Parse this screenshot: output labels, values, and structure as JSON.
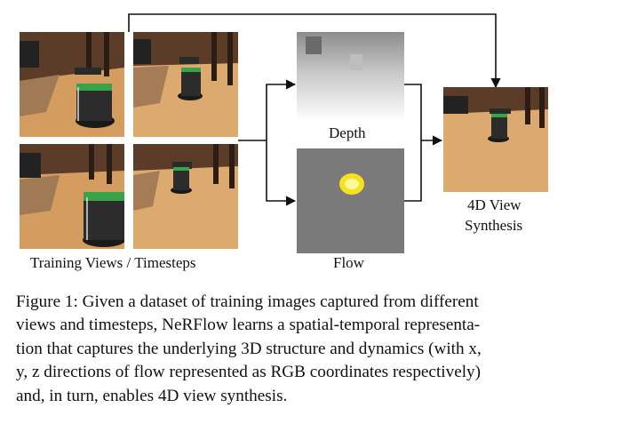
{
  "figure": {
    "labels": {
      "training": "Training Views / Timesteps",
      "depth": "Depth",
      "flow": "Flow",
      "synthesis_line1": "4D View",
      "synthesis_line2": "Synthesis"
    },
    "images": [
      {
        "role": "training-view",
        "icon": "robot-scene"
      },
      {
        "role": "training-view",
        "icon": "robot-scene"
      },
      {
        "role": "training-view",
        "icon": "robot-scene"
      },
      {
        "role": "training-view",
        "icon": "robot-scene"
      },
      {
        "role": "depth-map",
        "icon": "depth-map"
      },
      {
        "role": "flow-map",
        "icon": "flow-map"
      },
      {
        "role": "synthesized-view",
        "icon": "robot-scene"
      }
    ],
    "colors": {
      "floor": "#d9a56a",
      "wall": "#6b4a32",
      "flow_bg": "#7a7a7a",
      "flow_blob": "#f5e21a"
    }
  },
  "caption": {
    "lines": [
      "Figure 1: Given a dataset of training images captured from different",
      "views and timesteps, NeRFlow learns a spatial-temporal representa-",
      "tion that captures the underlying 3D structure and dynamics (with x,",
      "y, z directions of flow represented as RGB coordinates respectively)",
      "and, in turn, enables 4D view synthesis."
    ]
  }
}
